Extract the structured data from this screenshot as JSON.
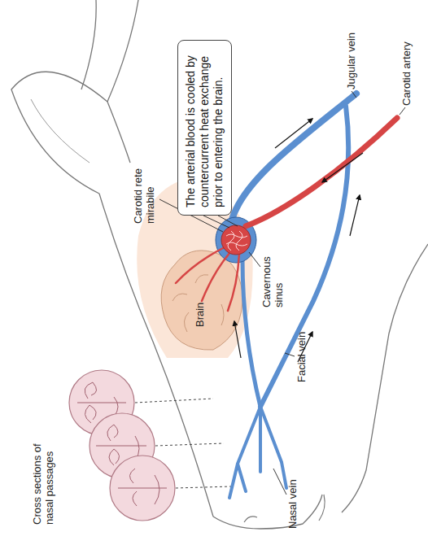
{
  "diagram": {
    "nodes": [
      {
        "text": [
          "The arterial blood is cooled by countercurrent heat exchange prior to entering the brain."
        ]
      }
    ],
    "labels": [
      "Cross sections of nasal passages",
      "Nasal vein",
      "Facial vein",
      "Cavernous sinus",
      "Brain",
      "Carotid rete mirabile",
      "Jugular vein",
      "Carotid artery"
    ]
  }
}
